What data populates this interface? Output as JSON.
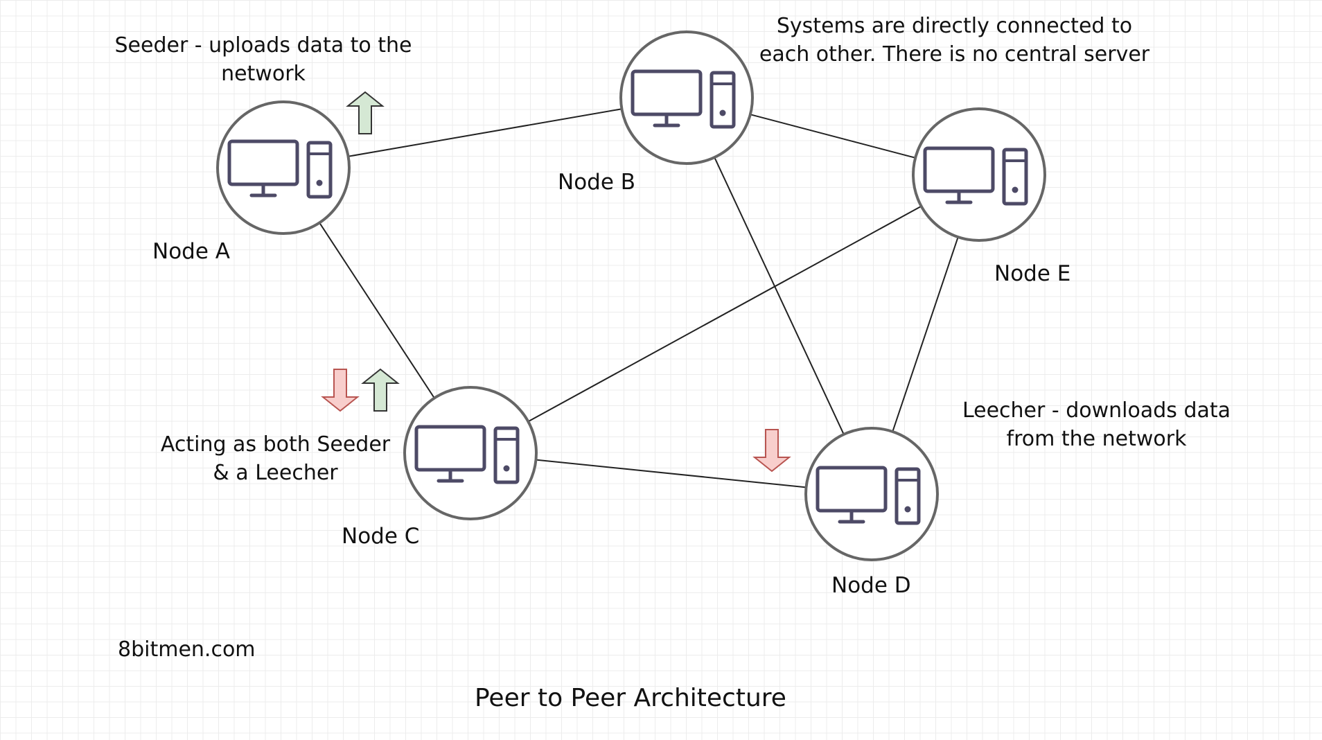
{
  "nodes": [
    {
      "id": "a",
      "label": "Node A"
    },
    {
      "id": "b",
      "label": "Node B"
    },
    {
      "id": "c",
      "label": "Node C"
    },
    {
      "id": "d",
      "label": "Node D"
    },
    {
      "id": "e",
      "label": "Node E"
    }
  ],
  "edges": [
    {
      "from": "a",
      "to": "b"
    },
    {
      "from": "a",
      "to": "c"
    },
    {
      "from": "b",
      "to": "e"
    },
    {
      "from": "b",
      "to": "d"
    },
    {
      "from": "c",
      "to": "e"
    },
    {
      "from": "c",
      "to": "d"
    },
    {
      "from": "e",
      "to": "d"
    }
  ],
  "annotations": {
    "seeder": "Seeder - uploads data to the network",
    "systems": "Systems are directly connected to each other. There is no central server",
    "both": "Acting as both Seeder & a Leecher",
    "leecher": "Leecher - downloads data from the network"
  },
  "watermark": "8bitmen.com",
  "caption": "Peer to Peer Architecture",
  "colors": {
    "node_stroke": "#666666",
    "icon": "#4d4a66",
    "edge": "#222222",
    "upload_arrow_fill": "#d5e8d4",
    "upload_arrow_stroke": "#333333",
    "download_arrow_fill": "#f8cecc",
    "download_arrow_stroke": "#b85450"
  },
  "icons": {
    "node": "desktop-computer-icon",
    "upload": "arrow-up-icon",
    "download": "arrow-down-icon"
  }
}
